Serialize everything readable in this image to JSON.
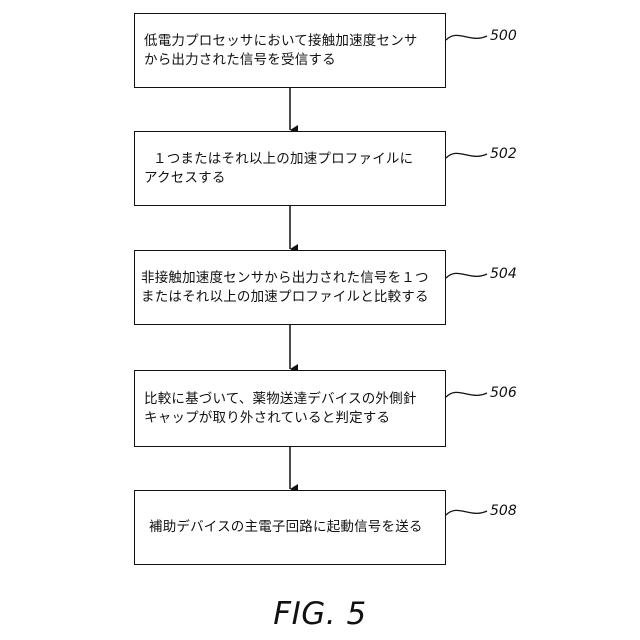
{
  "steps": [
    {
      "ref": "500",
      "lines": [
        "低電力プロセッサにおいて接触加速度センサ",
        "から出力された信号を受信する"
      ]
    },
    {
      "ref": "502",
      "lines": [
        "１つまたはそれ以上の加速プロファイルに",
        "アクセスする"
      ]
    },
    {
      "ref": "504",
      "lines": [
        "非接触加速度センサから出力された信号を１つ",
        "またはそれ以上の加速プロファイルと比較する"
      ]
    },
    {
      "ref": "506",
      "lines": [
        "比較に基づいて、薬物送達デバイスの外側針",
        "キャップが取り外されていると判定する"
      ]
    },
    {
      "ref": "508",
      "lines": [
        "補助デバイスの主電子回路に起動信号を送る"
      ]
    }
  ],
  "figure_label": "FIG. 5"
}
